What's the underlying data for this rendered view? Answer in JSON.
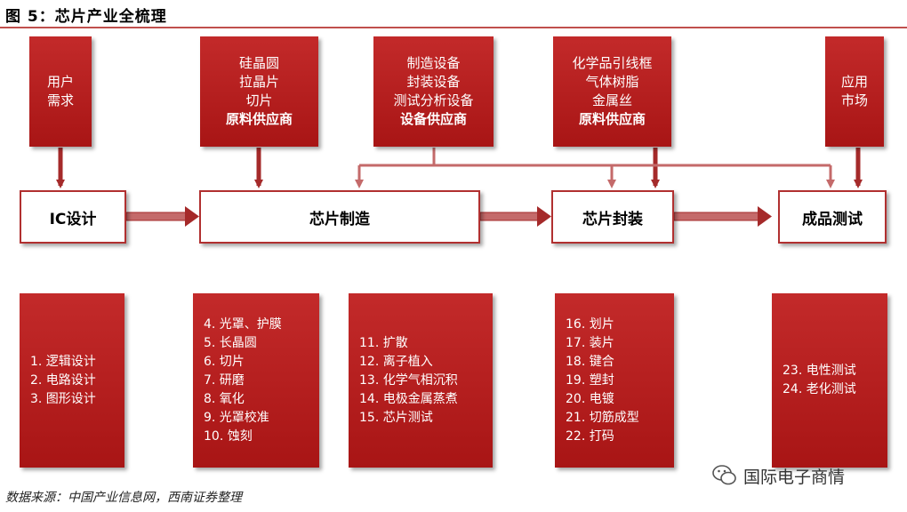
{
  "title": "图 5：芯片产业全梳理",
  "suppliers": [
    {
      "lines": [
        "用户",
        "需求"
      ],
      "bold": ""
    },
    {
      "lines": [
        "硅晶圆",
        "拉晶片",
        "切片"
      ],
      "bold": "原料供应商"
    },
    {
      "lines": [
        "制造设备",
        "封装设备",
        "测试分析设备"
      ],
      "bold": "设备供应商"
    },
    {
      "lines": [
        "化学品引线框",
        "气体树脂",
        "金属丝"
      ],
      "bold": "原料供应商"
    },
    {
      "lines": [
        "应用",
        "市场"
      ],
      "bold": ""
    }
  ],
  "stages": [
    "IC设计",
    "芯片制造",
    "芯片封装",
    "成品测试"
  ],
  "lists": [
    [
      "1. 逻辑设计",
      "2. 电路设计",
      "3. 图形设计"
    ],
    [
      "4. 光罩、护膜",
      "5. 长晶圆",
      "6. 切片",
      "7. 研磨",
      "8. 氧化",
      "9. 光罩校准",
      "10. 蚀刻"
    ],
    [
      "11. 扩散",
      "12. 离子植入",
      "13. 化学气相沉积",
      "14. 电极金属蒸煮",
      "15. 芯片测试"
    ],
    [
      "16. 划片",
      "17. 装片",
      "18. 键合",
      "19. 塑封",
      "20. 电镀",
      "21. 切筋成型",
      "22. 打码"
    ],
    [
      "23. 电性测试",
      "24. 老化测试"
    ]
  ],
  "source": "数据来源：中国产业信息网，西南证券整理",
  "watermark": "国际电子商情",
  "colors": {
    "accent": "#b13030",
    "fill": "#b71c1c",
    "arrow": "#a52a2a"
  }
}
